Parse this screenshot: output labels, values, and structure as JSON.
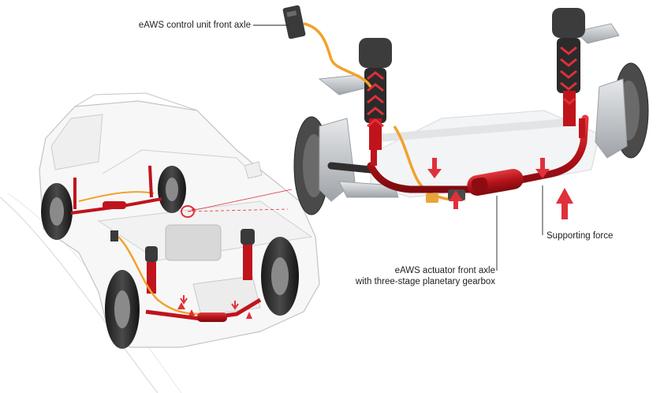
{
  "labels": {
    "control_unit": "eAWS control unit front axle",
    "supporting_force": "Supporting force",
    "actuator_line1": "eAWS actuator front axle",
    "actuator_line2": "with three-stage planetary gearbox"
  },
  "colors": {
    "background": "#ffffff",
    "car_outline": "#c9c9c9",
    "chassis_red": "#c0141c",
    "arrow_red": "#e0303a",
    "cable_orange": "#f2a22b",
    "metal_gray": "#b9bcc0",
    "dark_part": "#3a3a3a",
    "leader_line": "#222222"
  },
  "icons": [
    "arrow-up-icon",
    "arrow-down-icon",
    "rotation-arrow-icon"
  ]
}
